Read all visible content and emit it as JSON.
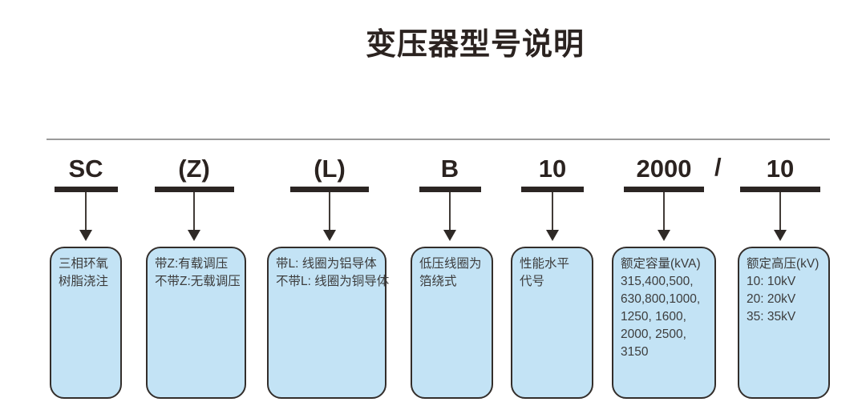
{
  "title": "变压器型号说明",
  "separator": "/",
  "columns": [
    {
      "code": "SC",
      "lines": [
        "三相环氧",
        "树脂浇注"
      ]
    },
    {
      "code": "(Z)",
      "lines": [
        "带Z:有载调压",
        "不带Z:无载调压"
      ]
    },
    {
      "code": "(L)",
      "lines": [
        "带L: 线圈为铝导体",
        "不带L: 线圈为铜导体"
      ]
    },
    {
      "code": "B",
      "lines": [
        "低压线圈为",
        "箔绕式"
      ]
    },
    {
      "code": "10",
      "lines": [
        "性能水平",
        "代号"
      ]
    },
    {
      "code": "2000",
      "lines": [
        "额定容量(kVA)",
        "315,400,500,",
        "630,800,1000,",
        "1250, 1600,",
        "2000, 2500,",
        "3150"
      ]
    },
    {
      "code": "10",
      "lines": [
        "额定高压(kV)",
        "10: 10kV",
        "20: 20kV",
        "35: 35kV"
      ]
    }
  ],
  "colors": {
    "ink": "#2b2320",
    "underline_bar": "#2b2523",
    "top_rule": "#9a9a9a",
    "box_fill": "#c3e3f5",
    "box_border": "#332e2b",
    "box_text": "#3c3c3c",
    "background": "#ffffff"
  }
}
